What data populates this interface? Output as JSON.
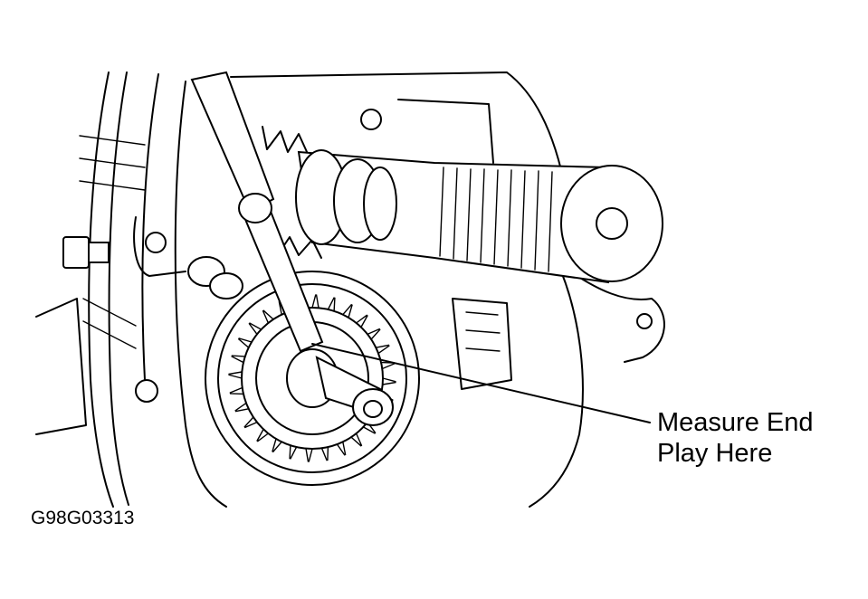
{
  "callout": {
    "line1": "Measure End",
    "line2": "Play Here"
  },
  "figure_id": "G98G03313"
}
